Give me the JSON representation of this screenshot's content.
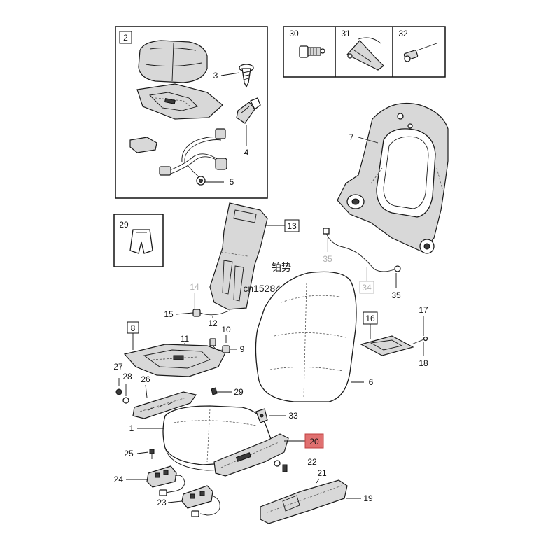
{
  "highlight_color": "#e07070",
  "watermark": {
    "line1": "铂势",
    "line2": "cn1528464086akqw"
  },
  "boxed_labels": {
    "b2": "2",
    "b29": "29",
    "b13": "13",
    "b8": "8",
    "b16": "16",
    "b34": "34",
    "b20": "20"
  },
  "labels": {
    "l30": "30",
    "l31": "31",
    "l32": "32",
    "l3": "3",
    "l4": "4",
    "l5": "5",
    "l7": "7",
    "l35a": "35",
    "l35b": "35",
    "l14": "14",
    "l15": "15",
    "l12": "12",
    "l11": "11",
    "l10": "10",
    "l9": "9",
    "l17": "17",
    "l18": "18",
    "l27": "27",
    "l28": "28",
    "l26": "26",
    "l29b": "29",
    "l6": "6",
    "l33": "33",
    "l1": "1",
    "l25": "25",
    "l22": "22",
    "l21": "21",
    "l24": "24",
    "l23": "23",
    "l19": "19"
  }
}
